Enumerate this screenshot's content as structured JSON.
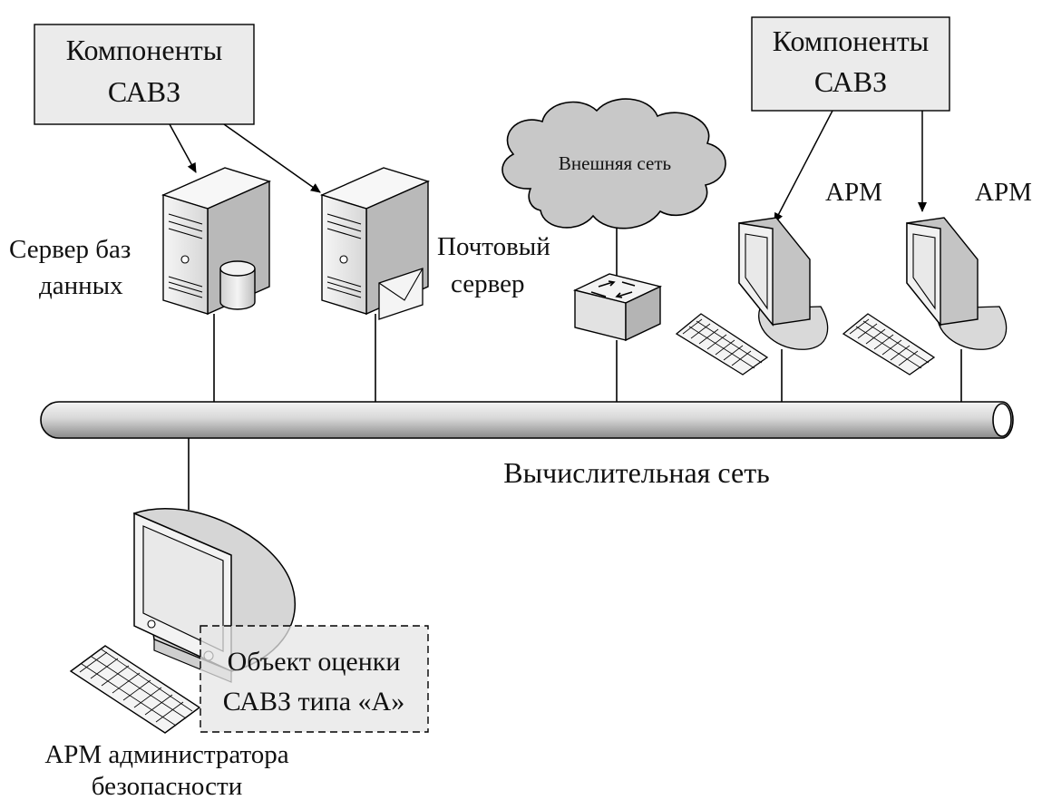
{
  "components_box_left": {
    "line1": "Компоненты",
    "line2": "САВЗ"
  },
  "components_box_right": {
    "line1": "Компоненты",
    "line2": "САВЗ"
  },
  "cloud": {
    "label": "Внешняя сеть"
  },
  "db_server": {
    "line1": "Сервер баз",
    "line2": "данных"
  },
  "mail_server": {
    "line1": "Почтовый",
    "line2": "сервер"
  },
  "workstation_1": {
    "label": "АРМ"
  },
  "workstation_2": {
    "label": "АРМ"
  },
  "network": {
    "label": "Вычислительная сеть"
  },
  "assessment_object": {
    "line1": "Объект оценки",
    "line2": "САВЗ типа «А»"
  },
  "admin_workstation": {
    "line1": "АРМ администратора",
    "line2": "безопасности"
  },
  "colors": {
    "box_fill": "#ebebeb",
    "cloud_fill": "#c8c8c8",
    "device_light": "#f2f2f2",
    "device_mid": "#d0d0d0",
    "device_dark": "#a8a8a8",
    "screen": "#e9e9e9",
    "dashed_box_fill": "#e6e6e6"
  }
}
